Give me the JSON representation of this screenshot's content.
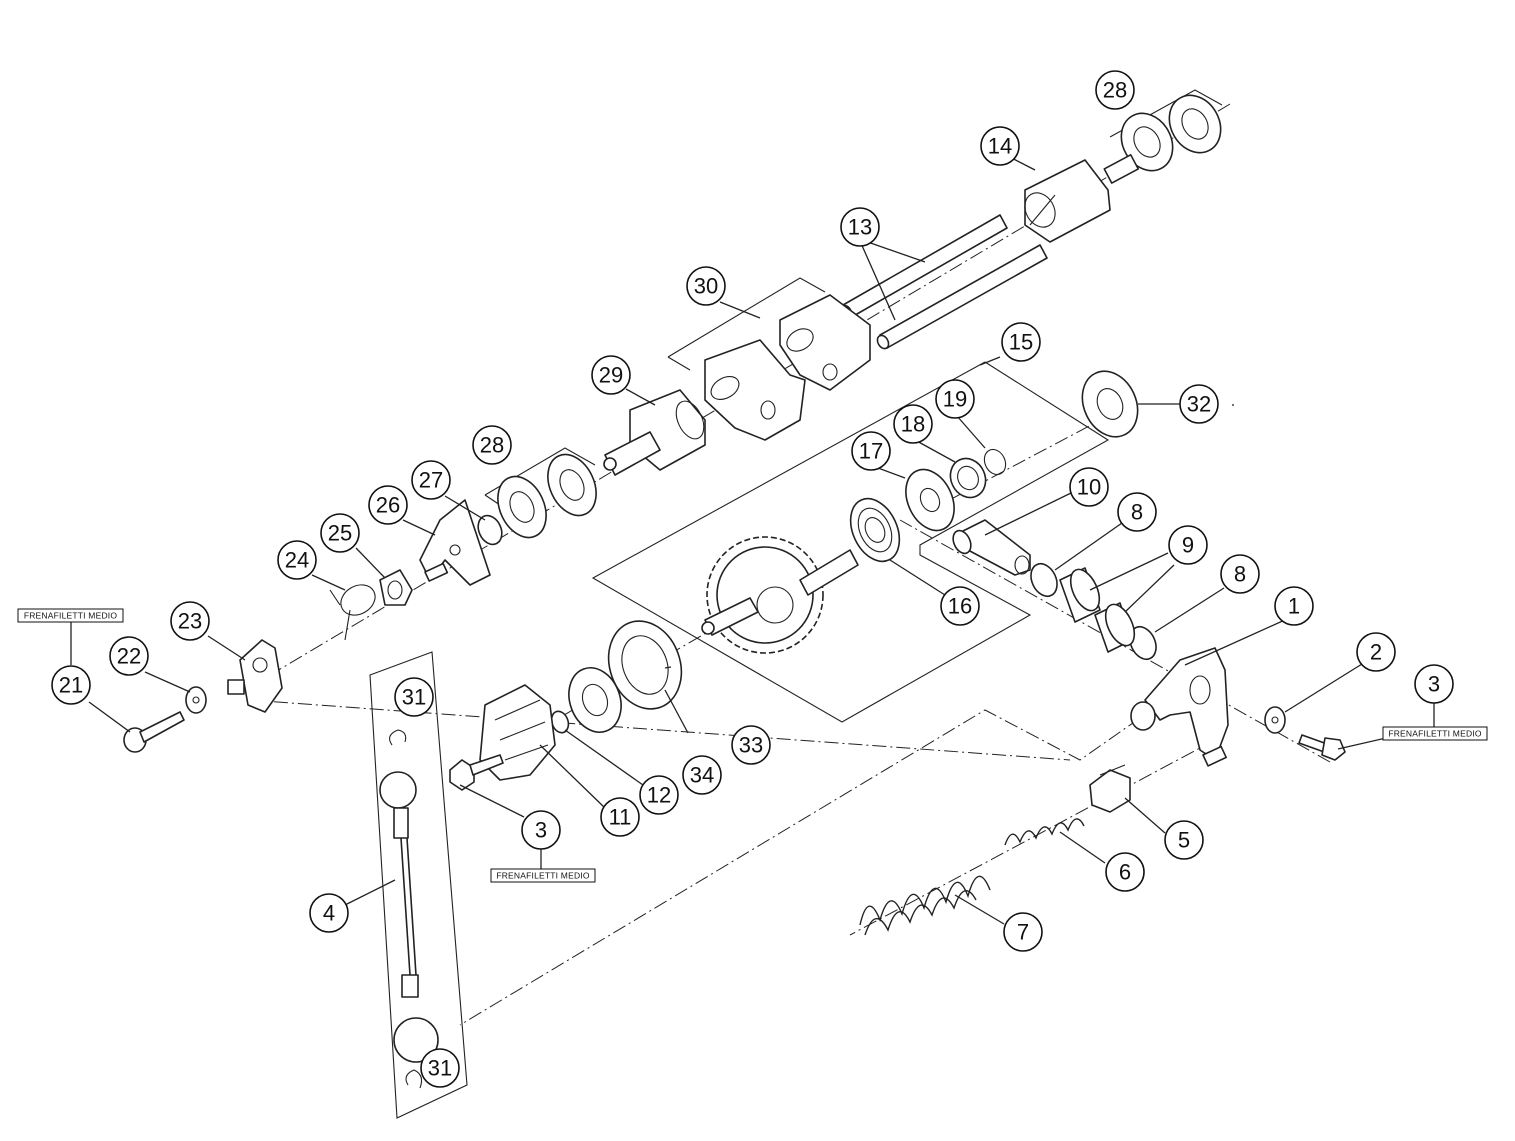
{
  "diagram": {
    "callouts": [
      {
        "id": "c1",
        "label": "1"
      },
      {
        "id": "c2",
        "label": "2"
      },
      {
        "id": "c3a",
        "label": "3"
      },
      {
        "id": "c3b",
        "label": "3"
      },
      {
        "id": "c4",
        "label": "4"
      },
      {
        "id": "c5",
        "label": "5"
      },
      {
        "id": "c6",
        "label": "6"
      },
      {
        "id": "c7",
        "label": "7"
      },
      {
        "id": "c8a",
        "label": "8"
      },
      {
        "id": "c8b",
        "label": "8"
      },
      {
        "id": "c9",
        "label": "9"
      },
      {
        "id": "c10",
        "label": "10"
      },
      {
        "id": "c11",
        "label": "11"
      },
      {
        "id": "c12",
        "label": "12"
      },
      {
        "id": "c13",
        "label": "13"
      },
      {
        "id": "c14",
        "label": "14"
      },
      {
        "id": "c15",
        "label": "15"
      },
      {
        "id": "c16",
        "label": "16"
      },
      {
        "id": "c17",
        "label": "17"
      },
      {
        "id": "c18",
        "label": "18"
      },
      {
        "id": "c19",
        "label": "19"
      },
      {
        "id": "c21",
        "label": "21"
      },
      {
        "id": "c22",
        "label": "22"
      },
      {
        "id": "c23",
        "label": "23"
      },
      {
        "id": "c24",
        "label": "24"
      },
      {
        "id": "c25",
        "label": "25"
      },
      {
        "id": "c26",
        "label": "26"
      },
      {
        "id": "c27",
        "label": "27"
      },
      {
        "id": "c28a",
        "label": "28"
      },
      {
        "id": "c28b",
        "label": "28"
      },
      {
        "id": "c29",
        "label": "29"
      },
      {
        "id": "c30",
        "label": "30"
      },
      {
        "id": "c31a",
        "label": "31"
      },
      {
        "id": "c31b",
        "label": "31"
      },
      {
        "id": "c32",
        "label": "32"
      },
      {
        "id": "c33",
        "label": "33"
      },
      {
        "id": "c34",
        "label": "34"
      }
    ],
    "notes": {
      "note_21": "FRENAFILETTI MEDIO",
      "note_3_right": "FRENAFILETTI MEDIO",
      "note_3_bottom": "FRENAFILETTI MEDIO"
    },
    "colors": {
      "line": "#222222",
      "background": "#ffffff"
    }
  }
}
